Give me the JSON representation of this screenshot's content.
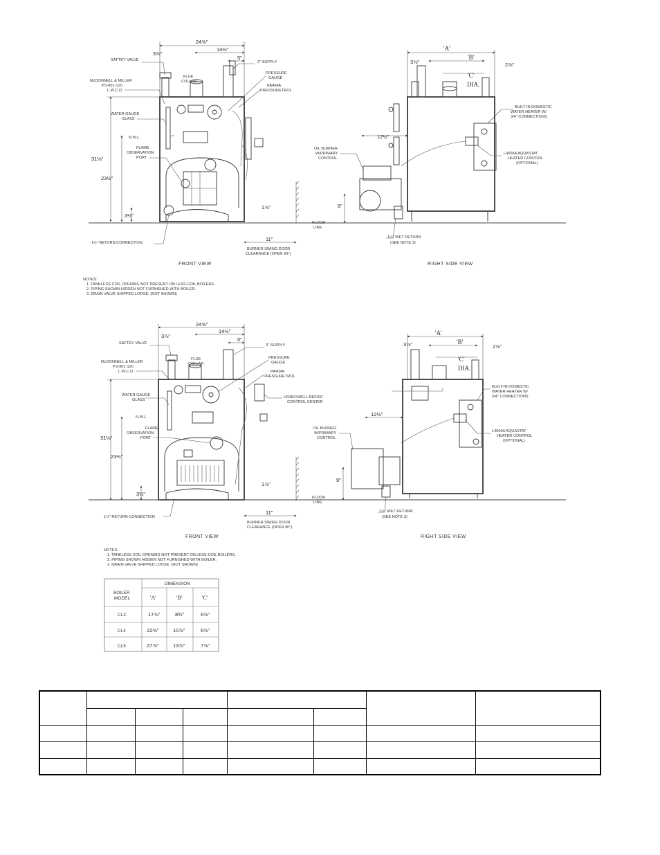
{
  "top_drawing": {
    "front_view": {
      "title": "FRONT VIEW",
      "dims": {
        "width": "24⅝\"",
        "flue_offset": "14½\"",
        "supply_offset": "5\"",
        "safety_offset": "3⅞\"",
        "height_total": "31⅛\"",
        "height_burner": "23½\"",
        "return_height": "3½\"",
        "door_clearance": "11\"",
        "small_offset": "1⅞\""
      },
      "labels": {
        "safety_valve": "SAFTEY VALVE",
        "lwco": [
          "McDONNELL & MILLER",
          "PS-801-120",
          "L.W.C.O."
        ],
        "flue_collar": [
          "FLUE",
          "COLLAR"
        ],
        "supply": "3\" SUPPLY",
        "pressure_gauge": [
          "PRESSURE",
          "GAUGE"
        ],
        "pressuretrol": [
          "PA404A",
          "PRESSURETROL"
        ],
        "water_gauge": [
          "WATER GAUGE",
          "GLASS"
        ],
        "nwl": "N.W.L.",
        "flame_port": [
          "FLAME",
          "OBSERVATION",
          "PORT"
        ],
        "return_connection": "1½\" RETURN CONNECTION",
        "burner_door": [
          "BURNER SWING DOOR",
          "CLEARANCE (OPEN 90°)"
        ],
        "floor_line": [
          "FLOOR",
          "LINE"
        ]
      }
    },
    "side_view": {
      "title": "RIGHT SIDE VIEW",
      "dims": {
        "a": "'A'",
        "b": "'B'",
        "c": "'C'",
        "c_dia": "DIA.",
        "top_left": "3⅞\"",
        "top_right": "2⅞\"",
        "burner_offset": "12½\"",
        "burner_height": "9\""
      },
      "labels": {
        "domestic_heater": [
          "BUILT-IN DOMESTIC",
          "WATER HEATER W/",
          "3/4\" CONNECTIONS"
        ],
        "aquastat": [
          "L4006A AQUASTAT",
          "HEATER CONTROL",
          "(OPTIONAL)"
        ],
        "oil_burner": [
          "OIL BURNER",
          "W/PRIMARY",
          "CONTROL"
        ],
        "wet_return": [
          "1½\" WET RETURN",
          "(SEE NOTE 3)"
        ]
      }
    },
    "notes": [
      "NOTES:",
      "1. TANKLESS COIL OPENING NOT PRESENT ON LESS-COIL BOILERS.",
      "2. PIPING SHOWN HIDDEN NOT FURNISHED WITH BOILER.",
      "3. DRAIN VALVE SHIPPED LOOSE. (NOT SHOWN)"
    ]
  },
  "bottom_drawing": {
    "front_view": {
      "title": "FRONT VIEW",
      "dims": {
        "width": "24⅝\"",
        "flue_offset": "14½\"",
        "supply_offset": "5\"",
        "safety_offset": "3⅞\"",
        "height_total": "31⅛\"",
        "height_burner": "23½\"",
        "return_height": "3½\"",
        "door_clearance": "11\"",
        "small_offset": "1⅞\""
      },
      "labels": {
        "safety_valve": "SAFTEY VALVE",
        "lwco": [
          "McDONNELL & MILLER",
          "PS-801-120",
          "L.W.C.O."
        ],
        "flue_collar": [
          "FLUE",
          "COLLAR"
        ],
        "supply": "3\" SUPPLY",
        "pressure_gauge": [
          "PRESSURE",
          "GAUGE"
        ],
        "pressuretrol": [
          "PA404A",
          "PRESSURETROL"
        ],
        "honeywell": [
          "HONEYWELL R8210C",
          "CONTROL CENTER"
        ],
        "water_gauge": [
          "WATER GAUGE",
          "GLASS"
        ],
        "nwl": "N.W.L.",
        "flame_port": [
          "FLAME",
          "OBSERVATION",
          "PORT"
        ],
        "return_connection": "1½\" RETURN CONNECTION",
        "burner_door": [
          "BURNER SWING DOOR",
          "CLEARANCE (OPEN 90°)"
        ],
        "floor_line": [
          "FLOOR",
          "LINE"
        ]
      }
    },
    "side_view": {
      "title": "RIGHT SIDE VIEW",
      "dims": {
        "a": "'A'",
        "b": "'B'",
        "c": "'C'",
        "c_dia": "DIA.",
        "top_left": "3⅞\"",
        "top_right": "2⅞\"",
        "burner_offset": "12½\"",
        "burner_height": "9\""
      },
      "labels": {
        "domestic_heater": [
          "BUILT-IN DOMESTIC",
          "WATER HEATER W/",
          "3/4\" CONNECTIONS"
        ],
        "aquastat": [
          "L4006A AQUASTAT",
          "HEATER CONTROL",
          "(OPTIONAL)"
        ],
        "oil_burner": [
          "OIL BURNER",
          "W/PRIMARY",
          "CONTROL"
        ],
        "wet_return": [
          "1½\" WET RETURN",
          "(SEE NOTE 3)"
        ]
      }
    },
    "notes": [
      "NOTES:",
      "1. TANKLESS COIL OPENING NOT PRESENT ON LESS-COIL BOILERS.",
      "2. PIPING SHOWN HIDDEN NOT FURNISHED WITH BOILER.",
      "3. DRAIN VALVE SHIPPED LOOSE. (NOT SHOWN)"
    ]
  },
  "dimension_table": {
    "header_model": [
      "BOILER",
      "MODEL"
    ],
    "header_dimension": "DIMENSION",
    "columns": [
      "'A'",
      "'B'",
      "'C'"
    ],
    "rows": [
      {
        "model": "CL3",
        "a": "17⅞\"",
        "b": "8¾\"",
        "c": "6⅞\""
      },
      {
        "model": "CL4",
        "a": "22⅜\"",
        "b": "10⅞\"",
        "c": "6⅞\""
      },
      {
        "model": "CL5",
        "a": "27⅞\"",
        "b": "13⅞\"",
        "c": "7⅞\""
      }
    ]
  }
}
